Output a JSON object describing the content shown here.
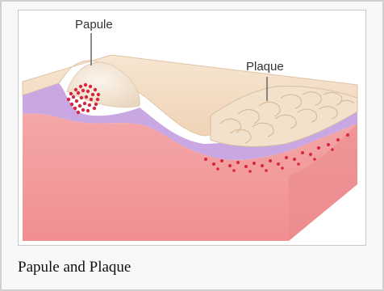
{
  "figure": {
    "labels": {
      "papule": "Papule",
      "plaque": "Plaque"
    },
    "caption": "Papule and Plaque"
  },
  "colors": {
    "skin_top": "#f4dcc4",
    "epidermis": "#c8a8e2",
    "dermis": "#f1a3a3",
    "dermis_side": "#e88c8e",
    "lesion": "#d7263d"
  }
}
